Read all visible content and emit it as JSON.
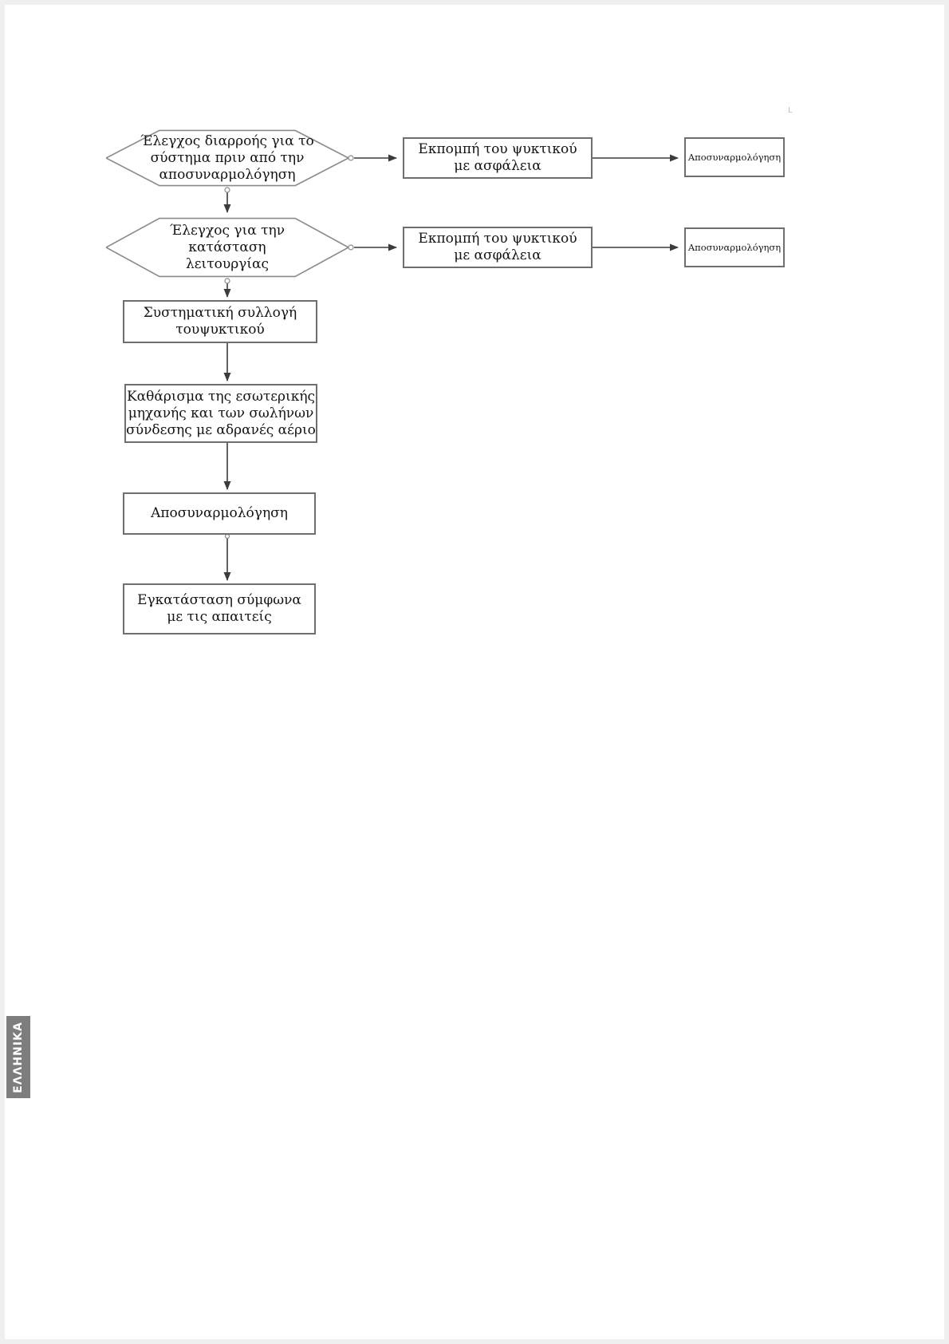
{
  "page": {
    "language_tab_label": "ΕΛΛΗΝΙΚΑ",
    "corner_mark": "L"
  },
  "colors": {
    "line": "#3c3c3c",
    "box_border": "#6e6e6e",
    "hex_border": "#8a8a8a",
    "text": "#141414",
    "tab_bg": "#7d7d7d",
    "tab_text": "#ffffff",
    "page_bg": "#ffffff",
    "page_edge": "#efefef"
  },
  "flowchart": {
    "leak_check": {
      "shape": "hexagon",
      "lines": [
        "Έλεγχος διαρροής για το",
        "σύστημα πριν από την",
        "αποσυναρμολόγηση"
      ]
    },
    "vent_1": {
      "shape": "rect",
      "lines": [
        "Εκπομπή του ψυκτικού",
        "με ασφάλεια"
      ]
    },
    "disassembly_1": {
      "shape": "rect",
      "lines": [
        "Αποσυναρμολόγηση"
      ]
    },
    "status_check": {
      "shape": "hexagon",
      "lines": [
        "Έλεγχος για την",
        "κατάσταση",
        "λειτουργίας"
      ]
    },
    "vent_2": {
      "shape": "rect",
      "lines": [
        "Εκπομπή του ψυκτικού",
        "με ασφάλεια"
      ]
    },
    "disassembly_2": {
      "shape": "rect",
      "lines": [
        "Αποσυναρμολόγηση"
      ]
    },
    "collect": {
      "shape": "rect",
      "lines": [
        "Συστηματική συλλογή",
        "τουψυκτικού"
      ]
    },
    "purge": {
      "shape": "rect",
      "lines": [
        "Καθάρισμα της εσωτερικής",
        "μηχανής και των σωλήνων",
        "σύνδεσης με αδρανές αέριο"
      ]
    },
    "disassembly_main": {
      "shape": "rect",
      "lines": [
        "Αποσυναρμολόγηση"
      ]
    },
    "install": {
      "shape": "rect",
      "lines": [
        "Εγκατάσταση σύμφωνα",
        "με τις απαιτείς"
      ]
    }
  }
}
